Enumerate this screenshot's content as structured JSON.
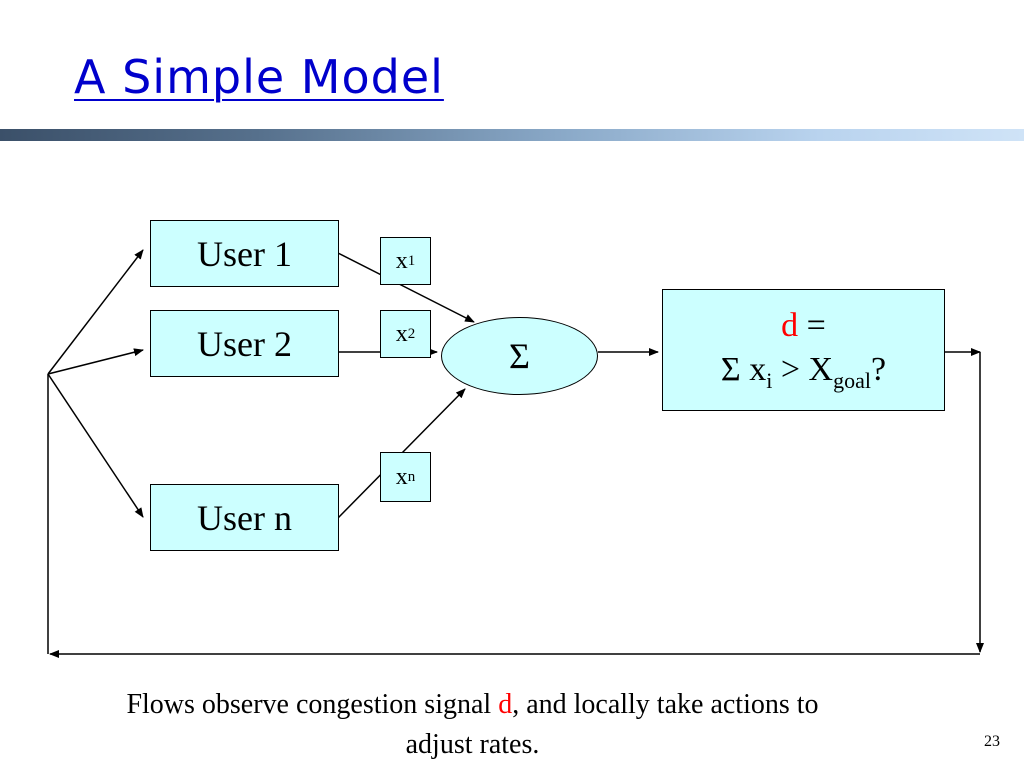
{
  "slide": {
    "title": "A Simple Model",
    "page_number": "23"
  },
  "diagram": {
    "users": [
      "User 1",
      "User 2",
      "User n"
    ],
    "flow_labels": [
      {
        "base": "x",
        "sub": "1"
      },
      {
        "base": "x",
        "sub": "2"
      },
      {
        "base": "x",
        "sub": "n"
      }
    ],
    "sum_symbol": "Σ",
    "decision": {
      "var": "d",
      "eq": " =",
      "sigma": "Σ x",
      "i_sub": "i",
      "gt": " > X",
      "goal_sub": "goal",
      "q": "?"
    }
  },
  "caption": {
    "part1": "Flows observe congestion signal ",
    "highlight": "d",
    "part2": ", and locally take actions to adjust rates."
  },
  "colors": {
    "box_fill": "#ccffff",
    "title": "#0000cc",
    "highlight": "#ff0000"
  }
}
